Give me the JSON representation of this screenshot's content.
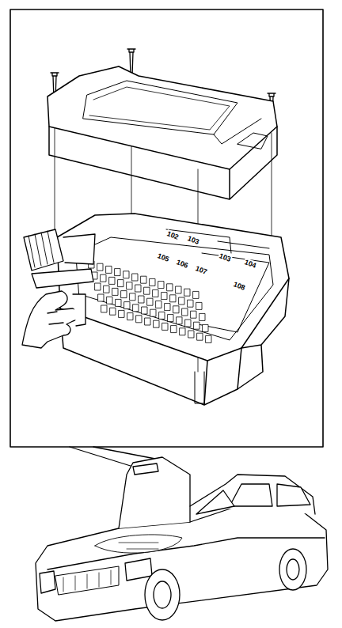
{
  "diagram": {
    "labels": [
      "102",
      "103",
      "105",
      "106",
      "107",
      "103",
      "104",
      "108"
    ]
  }
}
